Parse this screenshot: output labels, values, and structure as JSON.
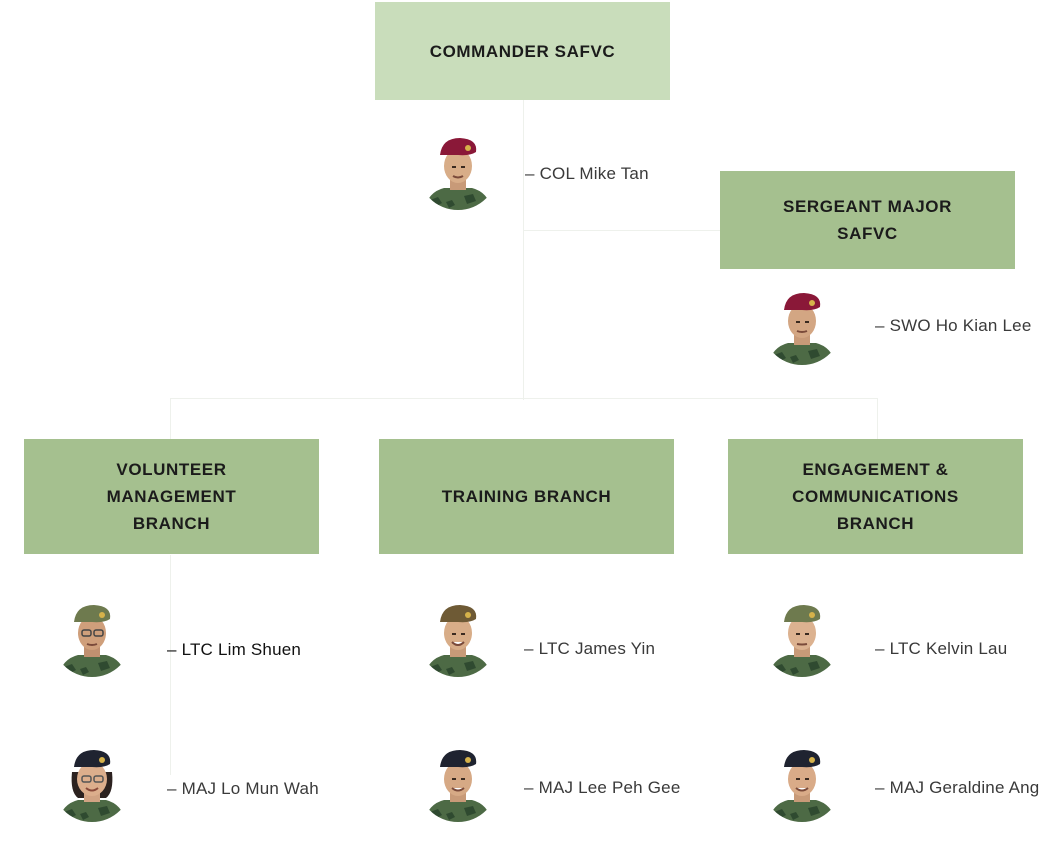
{
  "units": {
    "commander": {
      "title": "COMMANDER SAFVC"
    },
    "sergeant_major": {
      "title": "SERGEANT MAJOR\nSAFVC"
    },
    "volunteer": {
      "title": "VOLUNTEER\nMANAGEMENT\nBRANCH"
    },
    "training": {
      "title": "TRAINING BRANCH"
    },
    "engagement": {
      "title": "ENGAGEMENT &\nCOMMUNICATIONS\nBRANCH"
    }
  },
  "people": {
    "commander": {
      "name": "– COL Mike Tan",
      "beret": "maroon"
    },
    "sergeant_major": {
      "name": "– SWO Ho Kian Lee",
      "beret": "maroon"
    },
    "volunteer_head": {
      "name": "– LTC Lim Shuen",
      "beret": "olive"
    },
    "volunteer_deputy": {
      "name": "– MAJ Lo Mun Wah",
      "beret": "navy"
    },
    "training_head": {
      "name": "– LTC James Yin",
      "beret": "brown"
    },
    "training_deputy": {
      "name": "– MAJ Lee Peh Gee",
      "beret": "navy"
    },
    "engagement_head": {
      "name": "– LTC Kelvin Lau",
      "beret": "olive"
    },
    "engagement_deputy": {
      "name": "– MAJ Geraldine Ang",
      "beret": "navy"
    }
  },
  "colors": {
    "top_box": "#c9ddbb",
    "branch_box": "#a5c08f",
    "maroon": "#8a1838",
    "olive": "#6e7a4e",
    "brown": "#6e5a35",
    "navy": "#1f2330"
  }
}
